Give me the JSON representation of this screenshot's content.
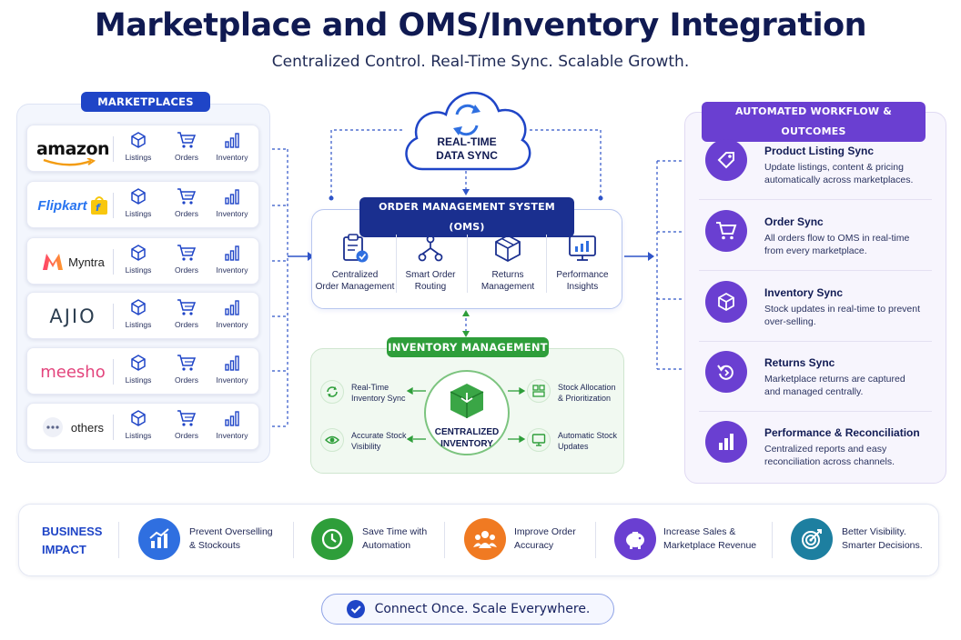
{
  "title": "Marketplace and OMS/Inventory Integration",
  "subtitle": "Centralized Control. Real-Time Sync. Scalable Growth.",
  "marketplaces": {
    "label": "MARKETPLACES",
    "item_labels": [
      "Listings",
      "Orders",
      "Inventory"
    ],
    "rows": [
      {
        "name": "amazon"
      },
      {
        "name": "Flipkart"
      },
      {
        "name": "Myntra"
      },
      {
        "name": "AJIO"
      },
      {
        "name": "meesho"
      },
      {
        "name": "others"
      }
    ]
  },
  "sync": {
    "line1": "REAL-TIME",
    "line2": "DATA SYNC"
  },
  "oms": {
    "label": "ORDER MANAGEMENT SYSTEM (OMS)",
    "items": [
      {
        "line1": "Centralized",
        "line2": "Order Management"
      },
      {
        "line1": "Smart Order",
        "line2": "Routing"
      },
      {
        "line1": "Returns",
        "line2": "Management"
      },
      {
        "line1": "Performance",
        "line2": "Insights"
      }
    ]
  },
  "inventory": {
    "label": "INVENTORY MANAGEMENT",
    "center_line1": "CENTRALIZED",
    "center_line2": "INVENTORY",
    "items": [
      {
        "line1": "Real-Time",
        "line2": "Inventory Sync"
      },
      {
        "line1": "Accurate Stock",
        "line2": "Visibility"
      },
      {
        "line1": "Stock Allocation",
        "line2": "& Prioritization"
      },
      {
        "line1": "Automatic Stock",
        "line2": "Updates"
      }
    ]
  },
  "outcomes": {
    "label": "AUTOMATED WORKFLOW & OUTCOMES",
    "items": [
      {
        "title": "Product Listing Sync",
        "line1": "Update listings, content & pricing",
        "line2": "automatically across marketplaces.",
        "icon": "tag-icon"
      },
      {
        "title": "Order Sync",
        "line1": "All orders flow to OMS in real-time",
        "line2": "from every marketplace.",
        "icon": "cart-icon"
      },
      {
        "title": "Inventory Sync",
        "line1": "Stock updates in real-time to prevent",
        "line2": "over-selling.",
        "icon": "box-icon"
      },
      {
        "title": "Returns Sync",
        "line1": "Marketplace returns are captured",
        "line2": "and managed centrally.",
        "icon": "return-icon"
      },
      {
        "title": "Performance & Reconciliation",
        "line1": "Centralized reports and easy",
        "line2": "reconciliation across channels.",
        "icon": "bar-chart-icon"
      }
    ]
  },
  "impact": {
    "label_line1": "BUSINESS",
    "label_line2": "IMPACT",
    "items": [
      {
        "line1": "Prevent Overselling",
        "line2": "& Stockouts",
        "color": "#2f6fe0"
      },
      {
        "line1": "Save Time with",
        "line2": "Automation",
        "color": "#2e9e3a"
      },
      {
        "line1": "Improve Order",
        "line2": "Accuracy",
        "color": "#f07a22"
      },
      {
        "line1": "Increase Sales &",
        "line2": "Marketplace Revenue",
        "color": "#6a3fd1"
      },
      {
        "line1": "Better Visibility.",
        "line2": "Smarter Decisions.",
        "color": "#1d7fa0"
      }
    ]
  },
  "footer": "Connect Once. Scale Everywhere.",
  "colors": {
    "navy": "#101a52",
    "blue": "#1f45c7",
    "green": "#2e9e3a",
    "purple": "#6a3fd1"
  }
}
